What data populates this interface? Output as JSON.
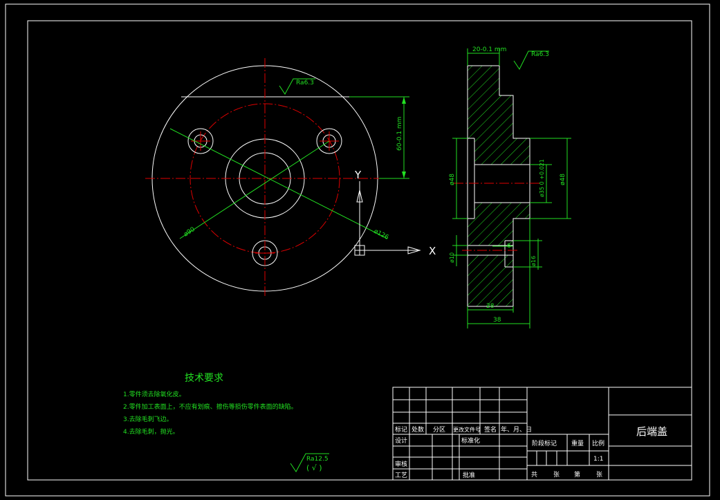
{
  "title_block": {
    "part_name": "后端盖",
    "scale": "1:1",
    "row_labels": [
      "标记",
      "处数",
      "分区",
      "更改文件号",
      "签名",
      "年、月、日"
    ],
    "design": "设计",
    "standardization": "标准化",
    "review": "审核",
    "process": "工艺",
    "approve": "批准",
    "stage_mark": "阶段标记",
    "weight": "重量",
    "ratio": "比例",
    "sheets_total": "共",
    "sheets_word": "张",
    "sheet_no": "第",
    "sheet_word": "张"
  },
  "tech_requirements": {
    "title": "技术要求",
    "items": [
      "1.零件须去除氧化皮。",
      "2.零件加工表面上，不应有划痕、擦伤等损伤零件表面的缺陷。",
      "3.去除毛刺飞边。",
      "4.去除毛刺，抛光。"
    ]
  },
  "roughness_general": {
    "label": "Ra12.5",
    "paren": "( √ )"
  },
  "front_view": {
    "roughness": "Ra6.3",
    "dim_vertical": "60-0.1 mm",
    "dim_pcd": "ø90",
    "dim_outer": "ø126"
  },
  "section_view": {
    "roughness": "Ra6.3",
    "dim_top": "20-0.1 mm",
    "dim_left_dia": "ø48",
    "dim_bore": "ø35 0 +0.021",
    "dim_right_dia": "ø48",
    "dim_hole_left": "ø10",
    "dim_hole_depth": "6",
    "dim_hole_right": "ø16",
    "dim_28": "28",
    "dim_38": "38"
  },
  "ucs": {
    "y": "Y",
    "x": "X"
  },
  "colors": {
    "outline": "#ffffff",
    "dimension": "#22e022",
    "centerline": "#e00000"
  }
}
